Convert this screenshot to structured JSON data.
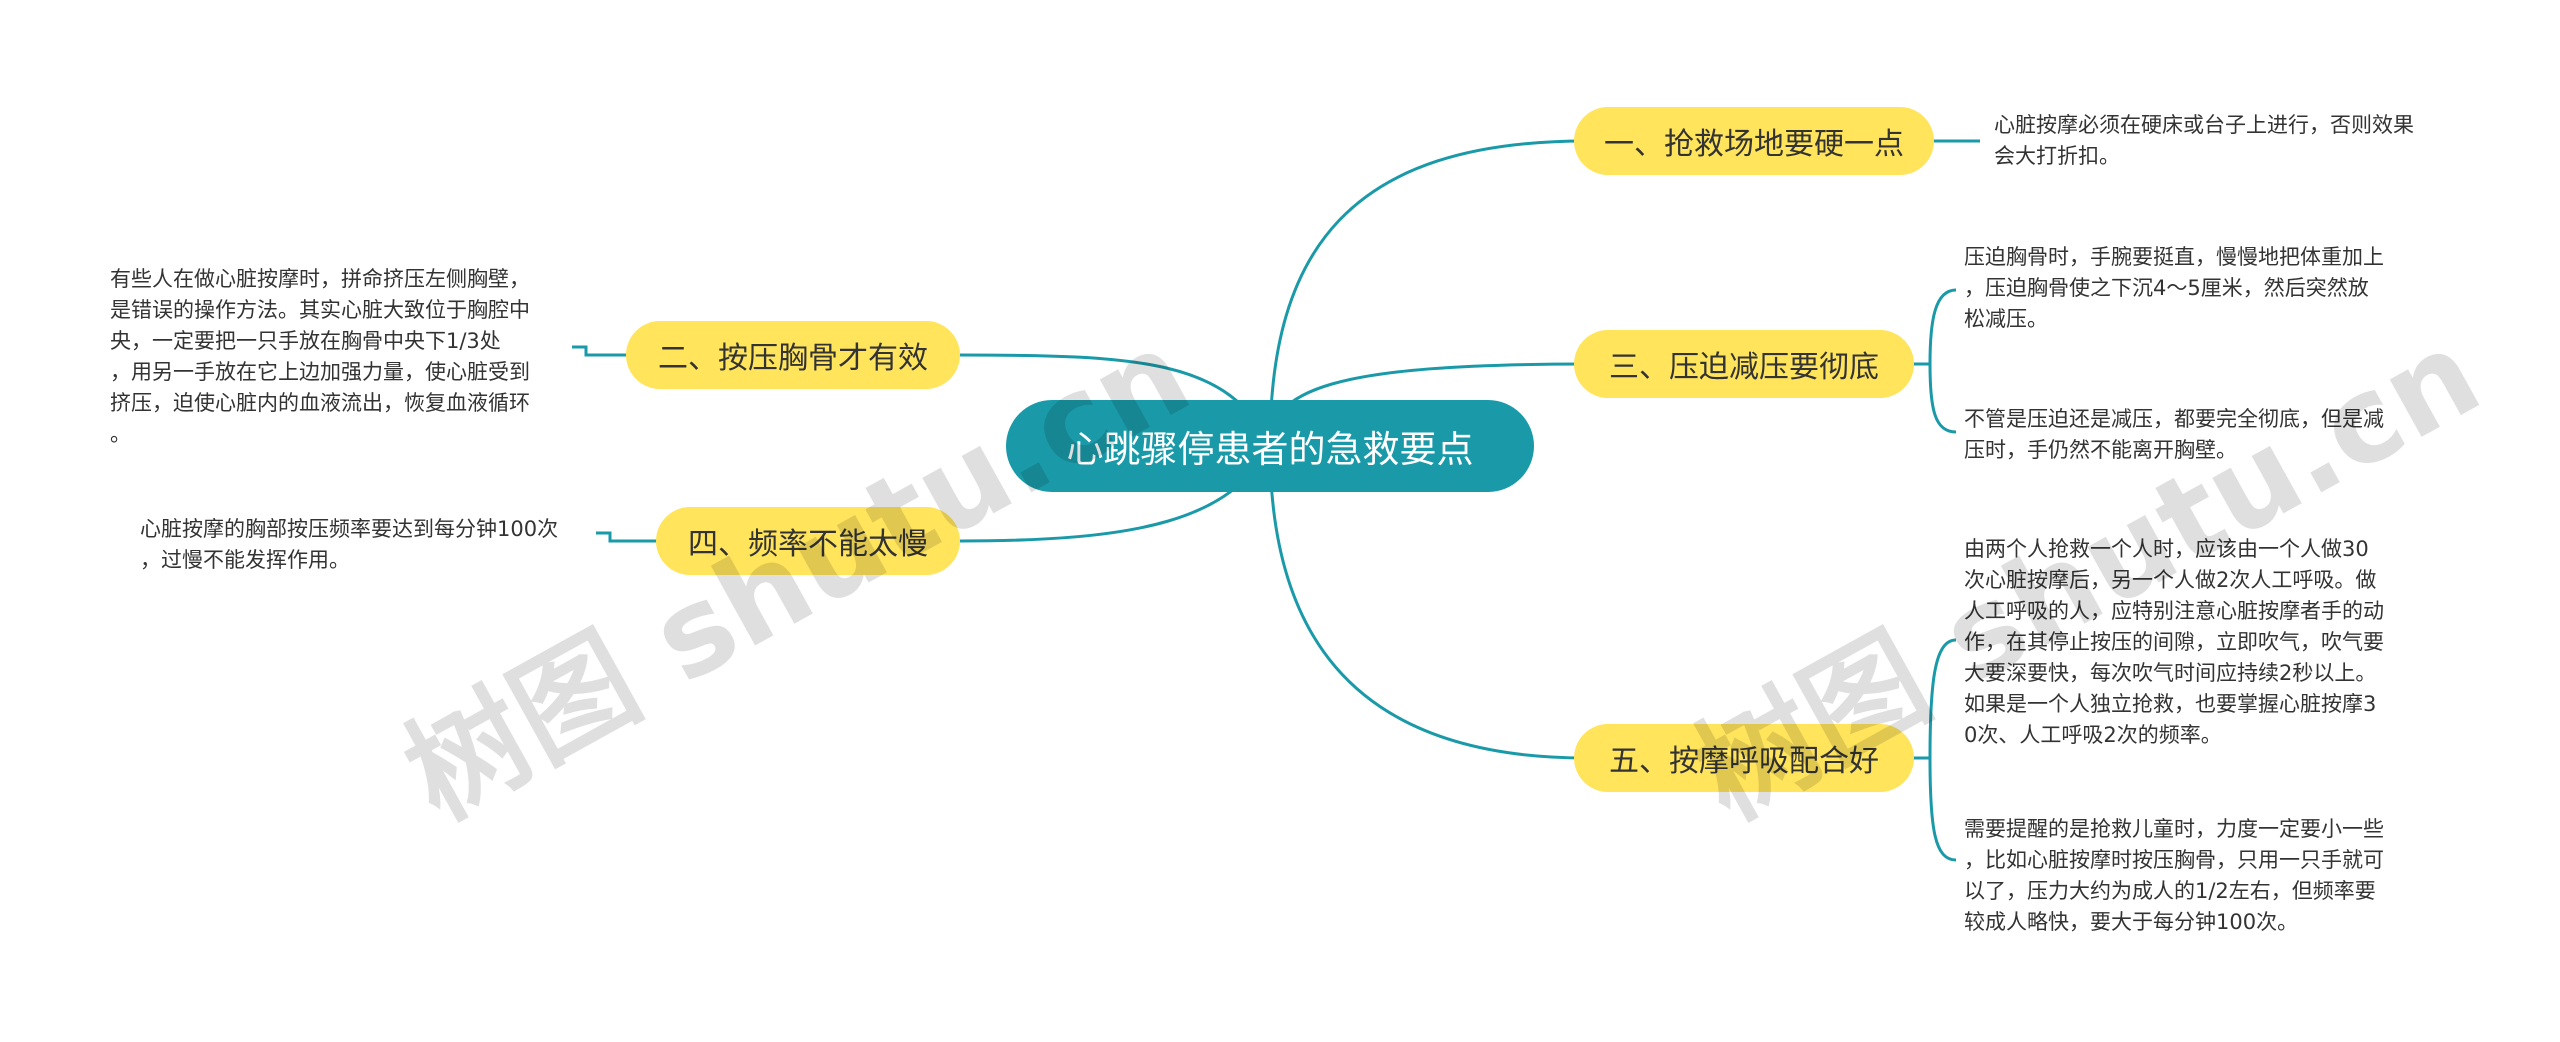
{
  "root": {
    "title": "心跳骤停患者的急救要点"
  },
  "branches": [
    {
      "label": "一、抢救场地要硬一点",
      "notes": [
        "心脏按摩必须在硬床或台子上进行，否则效果\n会大打折扣。"
      ]
    },
    {
      "label": "二、按压胸骨才有效",
      "notes": [
        "有些人在做心脏按摩时，拼命挤压左侧胸壁，\n是错误的操作方法。其实心脏大致位于胸腔中\n央，一定要把一只手放在胸骨中央下1/3处\n，用另一手放在它上边加强力量，使心脏受到\n挤压，迫使心脏内的血液流出，恢复血液循环\n。"
      ]
    },
    {
      "label": "三、压迫减压要彻底",
      "notes": [
        "压迫胸骨时，手腕要挺直，慢慢地把体重加上\n，压迫胸骨使之下沉4～5厘米，然后突然放\n松减压。",
        "不管是压迫还是减压，都要完全彻底，但是减\n压时，手仍然不能离开胸壁。"
      ]
    },
    {
      "label": "四、频率不能太慢",
      "notes": [
        "心脏按摩的胸部按压频率要达到每分钟100次\n，过慢不能发挥作用。"
      ]
    },
    {
      "label": "五、按摩呼吸配合好",
      "notes": [
        "由两个人抢救一个人时，应该由一个人做30\n次心脏按摩后，另一个人做2次人工呼吸。做\n人工呼吸的人，应特别注意心脏按摩者手的动\n作，在其停止按压的间隙，立即吹气，吹气要\n大要深要快，每次吹气时间应持续2秒以上。\n如果是一个人独立抢救，也要掌握心脏按摩3\n0次、人工呼吸2次的频率。",
        "需要提醒的是抢救儿童时，力度一定要小一些\n，比如心脏按摩时按压胸骨，只用一只手就可\n以了，压力大约为成人的1/2左右，但频率要\n较成人略快，要大于每分钟100次。"
      ]
    }
  ],
  "watermarks": [
    "树图 shutu.cn",
    "树图 shutu.cn"
  ],
  "colors": {
    "root": "#1a9aa8",
    "branch": "#ffe45c",
    "line": "#1a9aa8",
    "text": "#333333"
  }
}
